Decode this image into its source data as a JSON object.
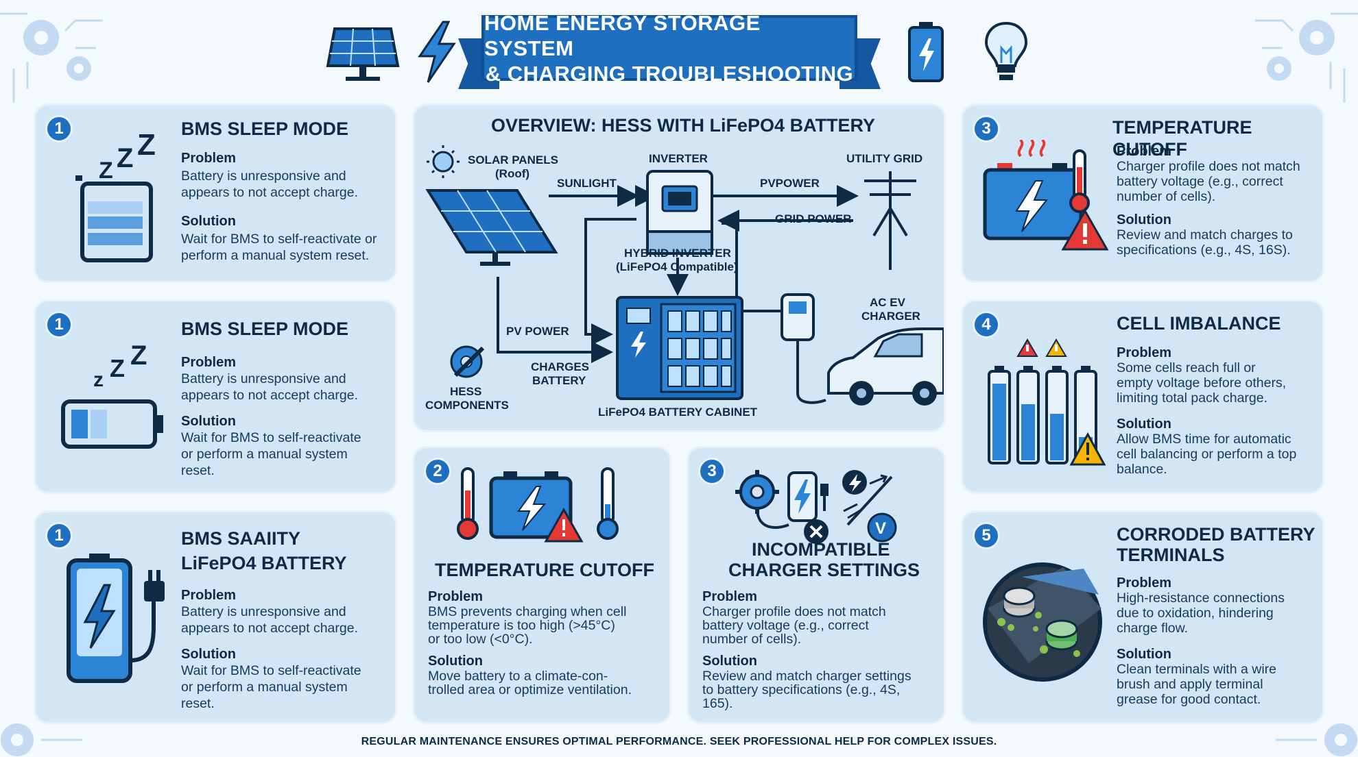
{
  "header": {
    "title_line1": "HOME ENERGY STORAGE SYSTEM",
    "title_line2": "& CHARGING TROUBLESHOOTING",
    "icons": [
      "solar-panel-icon",
      "lightning-icon",
      "battery-icon",
      "lightbulb-icon"
    ]
  },
  "left_cards": [
    {
      "number": "1",
      "title": "BMS SLEEP MODE",
      "problem_label": "Problem",
      "problem_lines": [
        "Battery is unresponsive and",
        "appears to not accept charge."
      ],
      "solution_label": "Solution",
      "solution_lines": [
        "Wait for BMS to self-reactivate or",
        "perform a manual system reset."
      ],
      "icon": "sleeping-battery-icon"
    },
    {
      "number": "1",
      "title": "BMS SLEEP MODE",
      "problem_label": "Problem",
      "problem_lines": [
        "Battery is unresponsive and",
        "appears to not accept charge."
      ],
      "solution_label": "Solution",
      "solution_lines": [
        "Wait for BMS to self-reactivate",
        "or perform a manual system",
        "reset."
      ],
      "icon": "sleeping-battery-icon"
    },
    {
      "number": "1",
      "title_lines": [
        "BMS SAAIITY",
        "LiFePO4 BATTERY"
      ],
      "problem_label": "Problem",
      "problem_lines": [
        "Battery is unresponsive and",
        "appears to not accept charge."
      ],
      "solution_label": "Solution",
      "solution_lines": [
        "Wait for BMS to self-reactivate",
        "or perform a manual system",
        "reset."
      ],
      "icon": "plugged-battery-icon"
    }
  ],
  "overview": {
    "title": "OVERVIEW: HESS WITH LiFePO4 BATTERY",
    "labels": {
      "solar": "SOLAR PANELS",
      "solar_sub": "(Roof)",
      "sunlight": "SUNLIGHT",
      "inverter": "INVERTER",
      "pvpower": "PVPOWER",
      "utility": "UTILITY GRID",
      "grid_power": "GRID POWER",
      "hybrid": "HYBRID INVERTER",
      "hybrid_sub": "(LiFePO4 Compatible)",
      "pv_power": "PV POWER",
      "ac_ev": "AC EV",
      "charger": "CHARGER",
      "charges": "CHARGES",
      "battery": "BATTERY",
      "hess": "HESS",
      "components": "COMPONENTS",
      "cabinet": "LiFePO4 BATTERY CABINET"
    }
  },
  "bottom_cards": [
    {
      "number": "2",
      "title": "TEMPERATURE CUTOFF",
      "problem_label": "Problem",
      "problem_lines": [
        "BMS prevents charging when cell",
        "temperature is too high (>45°C)",
        "or too low (<0°C)."
      ],
      "solution_label": "Solution",
      "solution_lines": [
        "Move battery to a climate-con-",
        "trolled area or optimize ventilation."
      ],
      "icon": "thermometer-battery-icon"
    },
    {
      "number": "3",
      "title_lines": [
        "INCOMPATIBLE",
        "CHARGER SETTINGS"
      ],
      "problem_label": "Problem",
      "problem_lines": [
        "Charger profile does not match",
        "battery voltage (e.g., correct",
        "number of cells)."
      ],
      "solution_label": "Solution",
      "solution_lines": [
        "Review and match charger settings",
        "to battery specifications (e.g., 4S,",
        "165)."
      ],
      "icon": "charger-settings-icon"
    }
  ],
  "right_cards": [
    {
      "number": "3",
      "title": "TEMPERATURE CUTOFF",
      "problem_label": "Problem",
      "problem_lines": [
        "Charger profile does not match",
        "battery voltage (e.g., correct",
        "number of cells)."
      ],
      "solution_label": "Solution",
      "solution_lines": [
        "Review and match charges to",
        "specifications (e.g., 4S, 16S)."
      ],
      "icon": "hot-battery-icon"
    },
    {
      "number": "4",
      "title": "CELL IMBALANCE",
      "problem_label": "Problem",
      "problem_lines": [
        "Some cells reach full or",
        "empty voltage before others,",
        "limiting total pack charge."
      ],
      "solution_label": "Solution",
      "solution_lines": [
        "Allow BMS time for automatic",
        "cell balancing or perform a top",
        "balance."
      ],
      "icon": "cell-imbalance-icon"
    },
    {
      "number": "5",
      "title_lines": [
        "CORRODED BATTERY",
        "TERMINALS"
      ],
      "problem_label": "Problem",
      "problem_lines": [
        "High-resistance connections",
        "due to oxidation, hindering",
        "charge flow."
      ],
      "solution_label": "Solution",
      "solution_lines": [
        "Clean terminals with a wire",
        "brush and apply terminal",
        "grease for good contact."
      ],
      "icon": "corroded-terminal-icon"
    }
  ],
  "footer": "REGULAR MAINTENANCE ENSURES OPTIMAL PERFORMANCE. SEEK PROFESSIONAL HELP FOR COMPLEX ISSUES.",
  "colors": {
    "card_bg": "#d3e6f6",
    "accent": "#1f6fc0",
    "dark_text": "#0f2a44",
    "warning": "#e53935",
    "warning_yellow": "#f4b400"
  }
}
